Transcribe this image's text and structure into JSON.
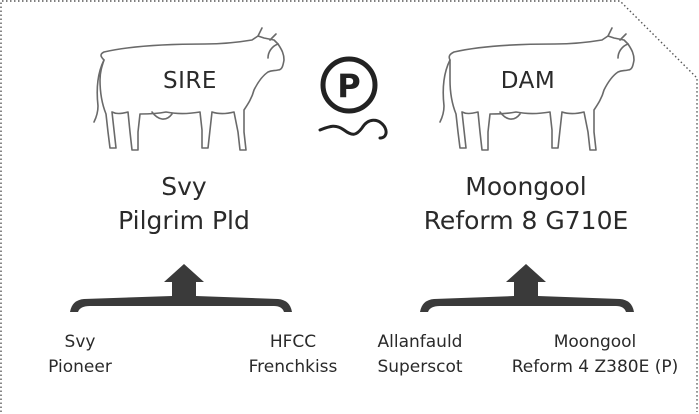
{
  "sire": {
    "label": "SIRE",
    "name_line1": "Svy",
    "name_line2": "Pilgrim Pld",
    "sire_parent": {
      "line1": "Svy",
      "line2": "Pioneer"
    },
    "dam_parent": {
      "line1": "HFCC",
      "line2": "Frenchkiss"
    }
  },
  "dam": {
    "label": "DAM",
    "name_line1": "Moongool",
    "name_line2": "Reform 8 G710E",
    "sire_parent": {
      "line1": "Allanfauld",
      "line2": "Superscot"
    },
    "dam_parent": {
      "line1": "Moongool",
      "line2": "Reform 4 Z380E (P)"
    }
  },
  "center_icon": {
    "icon": "polled-p-icon",
    "letter": "P"
  },
  "colors": {
    "line": "#3a3a3a",
    "cow_outline": "#6a6a6a",
    "text": "#2a2a2a",
    "border": "#555555"
  }
}
